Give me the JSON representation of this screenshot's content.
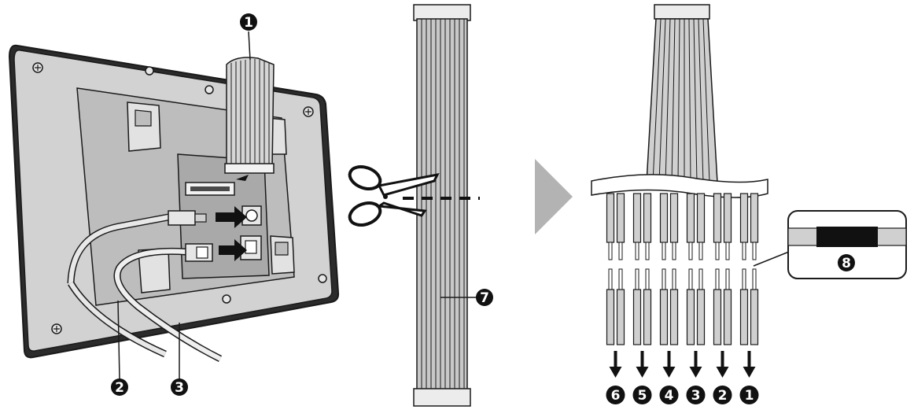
{
  "callouts": {
    "c1": "1",
    "c2": "2",
    "c3": "3",
    "c7": "7",
    "c8": "8"
  },
  "wire_groups": [
    "6",
    "5",
    "4",
    "3",
    "2",
    "1"
  ],
  "colors": {
    "stroke": "#1a1a1a",
    "device_fill": "#d2d2d2",
    "panel_fill": "#bcbcbc",
    "cable_fill": "#c8c8c8",
    "arrow_gray": "#b3b3b3",
    "badge_fill": "#111111"
  }
}
